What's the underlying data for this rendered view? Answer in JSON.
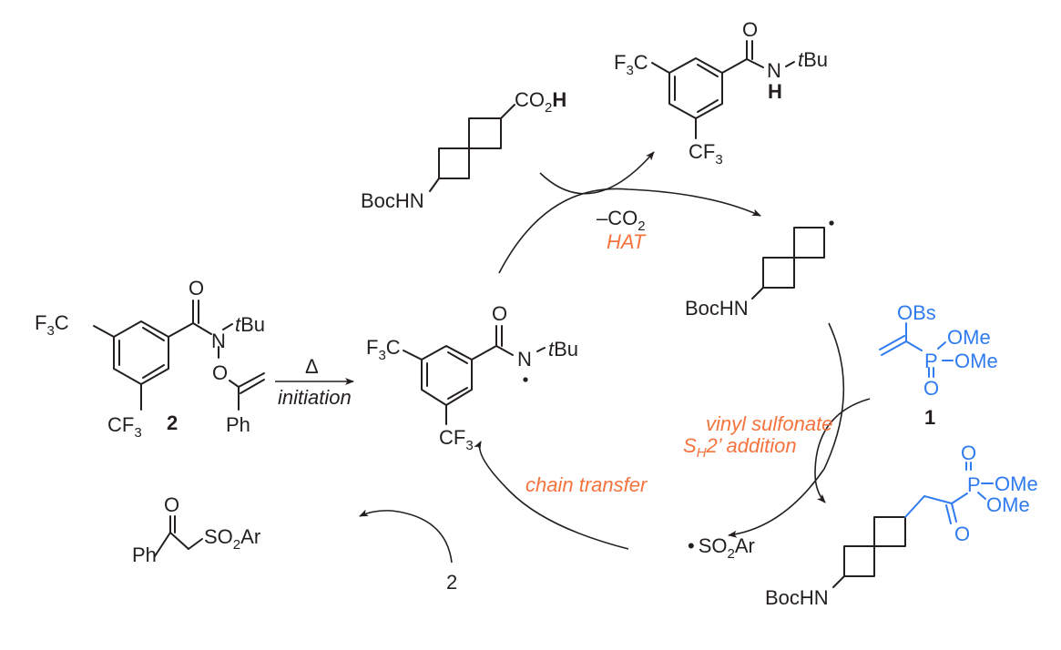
{
  "scheme": {
    "colors": {
      "ink": "#231f20",
      "reagent_blue": "#2f7bf0",
      "label_orange": "#f5733d"
    },
    "compound2": {
      "number": "2",
      "f3c": "F",
      "f3c_sub": "3",
      "f3c_c": "C",
      "cf3_c": "CF",
      "cf3_sub": "3",
      "o": "O",
      "n": "N",
      "tbu_t": "t",
      "tbu_bu": "Bu",
      "o_link": "O",
      "ph": "Ph"
    },
    "initiation": {
      "above": "Δ",
      "below": "initiation"
    },
    "amidyl_radical": {
      "f3c": "F",
      "f3c_sub": "3",
      "f3c_c": "C",
      "cf3_c": "CF",
      "cf3_sub": "3",
      "o": "O",
      "n": "N",
      "tbu_t": "t",
      "tbu_bu": "Bu"
    },
    "acid": {
      "co2": "CO",
      "co2_sub": "2",
      "h": "H",
      "bochn": "BocHN"
    },
    "amide_product": {
      "f3c": "F",
      "f3c_sub": "3",
      "f3c_c": "C",
      "cf3_c": "CF",
      "cf3_sub": "3",
      "o": "O",
      "n": "N",
      "h": "H",
      "tbu_t": "t",
      "tbu_bu": "Bu"
    },
    "step_hat": {
      "minus_co2": "–CO",
      "minus_co2_sub": "2",
      "label": "HAT"
    },
    "alkyl_radical": {
      "bochn": "BocHN"
    },
    "reagent1": {
      "number": "1",
      "obs": "OBs",
      "ome1": "OMe",
      "ome2": "OMe",
      "p": "P",
      "o": "O"
    },
    "step_sh2": {
      "line1": "vinyl sulfonate",
      "line2_s": "S",
      "line2_sub": "H",
      "line2_rest": "2’ addition"
    },
    "product": {
      "bochn": "BocHN",
      "o_top": "O",
      "p": "P",
      "ome1": "OMe",
      "ome2": "OMe",
      "o_bottom": "O"
    },
    "sulfonyl_radical": {
      "dot": "•",
      "so": "SO",
      "so_sub": "2",
      "ar": "Ar"
    },
    "step_chain": {
      "label": "chain transfer",
      "reagent": "2"
    },
    "byproduct": {
      "o": "O",
      "ph": "Ph",
      "so": "SO",
      "so_sub": "2",
      "ar": "Ar"
    }
  }
}
